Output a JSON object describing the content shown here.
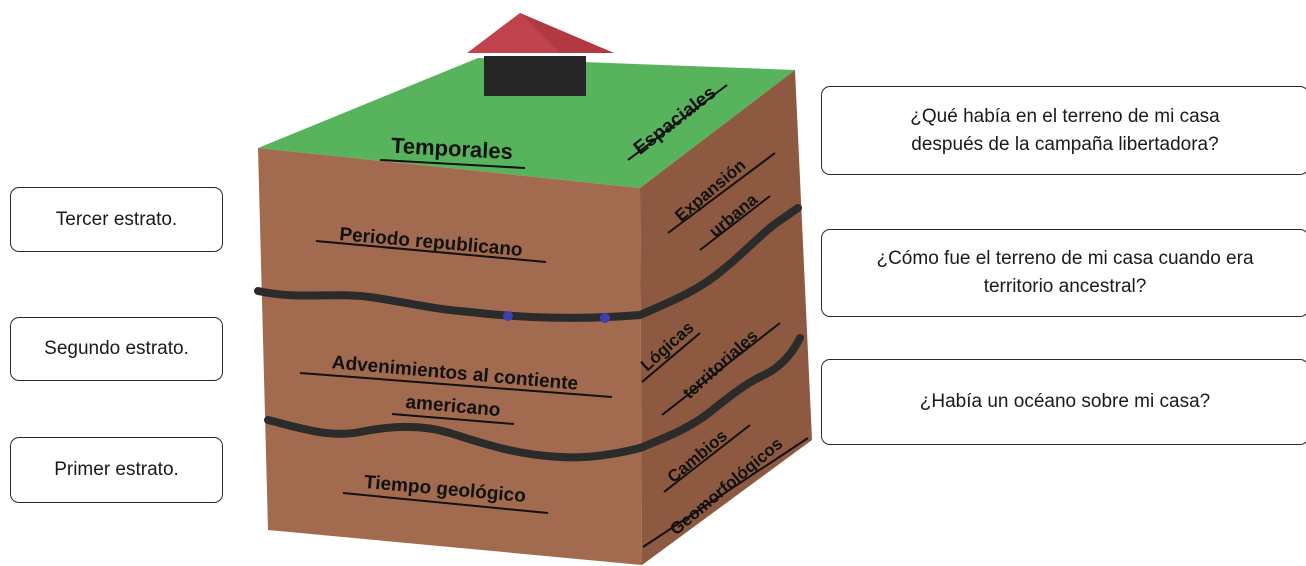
{
  "left_boxes": [
    {
      "text": "Tercer estrato."
    },
    {
      "text": "Segundo estrato."
    },
    {
      "text": "Primer estrato."
    }
  ],
  "right_boxes": [
    {
      "line1": "¿Qué había en el terreno de mi casa",
      "line2": "después de la campaña libertadora?"
    },
    {
      "line1": "¿Cómo fue el terreno de mi casa cuando era",
      "line2": "territorio ancestral?"
    },
    {
      "line1": "¿Había un océano sobre mi casa?",
      "line2": ""
    }
  ],
  "cube": {
    "top_labels": {
      "temporal": "Temporales",
      "spatial": "Espaciales"
    },
    "front_labels": {
      "top_layer": "Periodo republicano",
      "middle_layer_line1": "Advenimientos al contiente",
      "middle_layer_line2": "americano",
      "bottom_layer": "Tiempo geológico"
    },
    "side_labels": {
      "top_layer_line1": "Expansión",
      "top_layer_line2": "urbana",
      "middle_layer_line1": "Lógicas",
      "middle_layer_line2": "territoriales",
      "bottom_layer_line1": "Cambios",
      "bottom_layer_line2": "Geomorfológicos"
    },
    "colors": {
      "grass": "#58b45c",
      "earth_front": "#a26b4f",
      "earth_side": "#8d5a41",
      "stratum_line": "#2b2b2b",
      "roof": "#c0424c",
      "house": "#262626",
      "dots": "#3f3fb0"
    }
  }
}
